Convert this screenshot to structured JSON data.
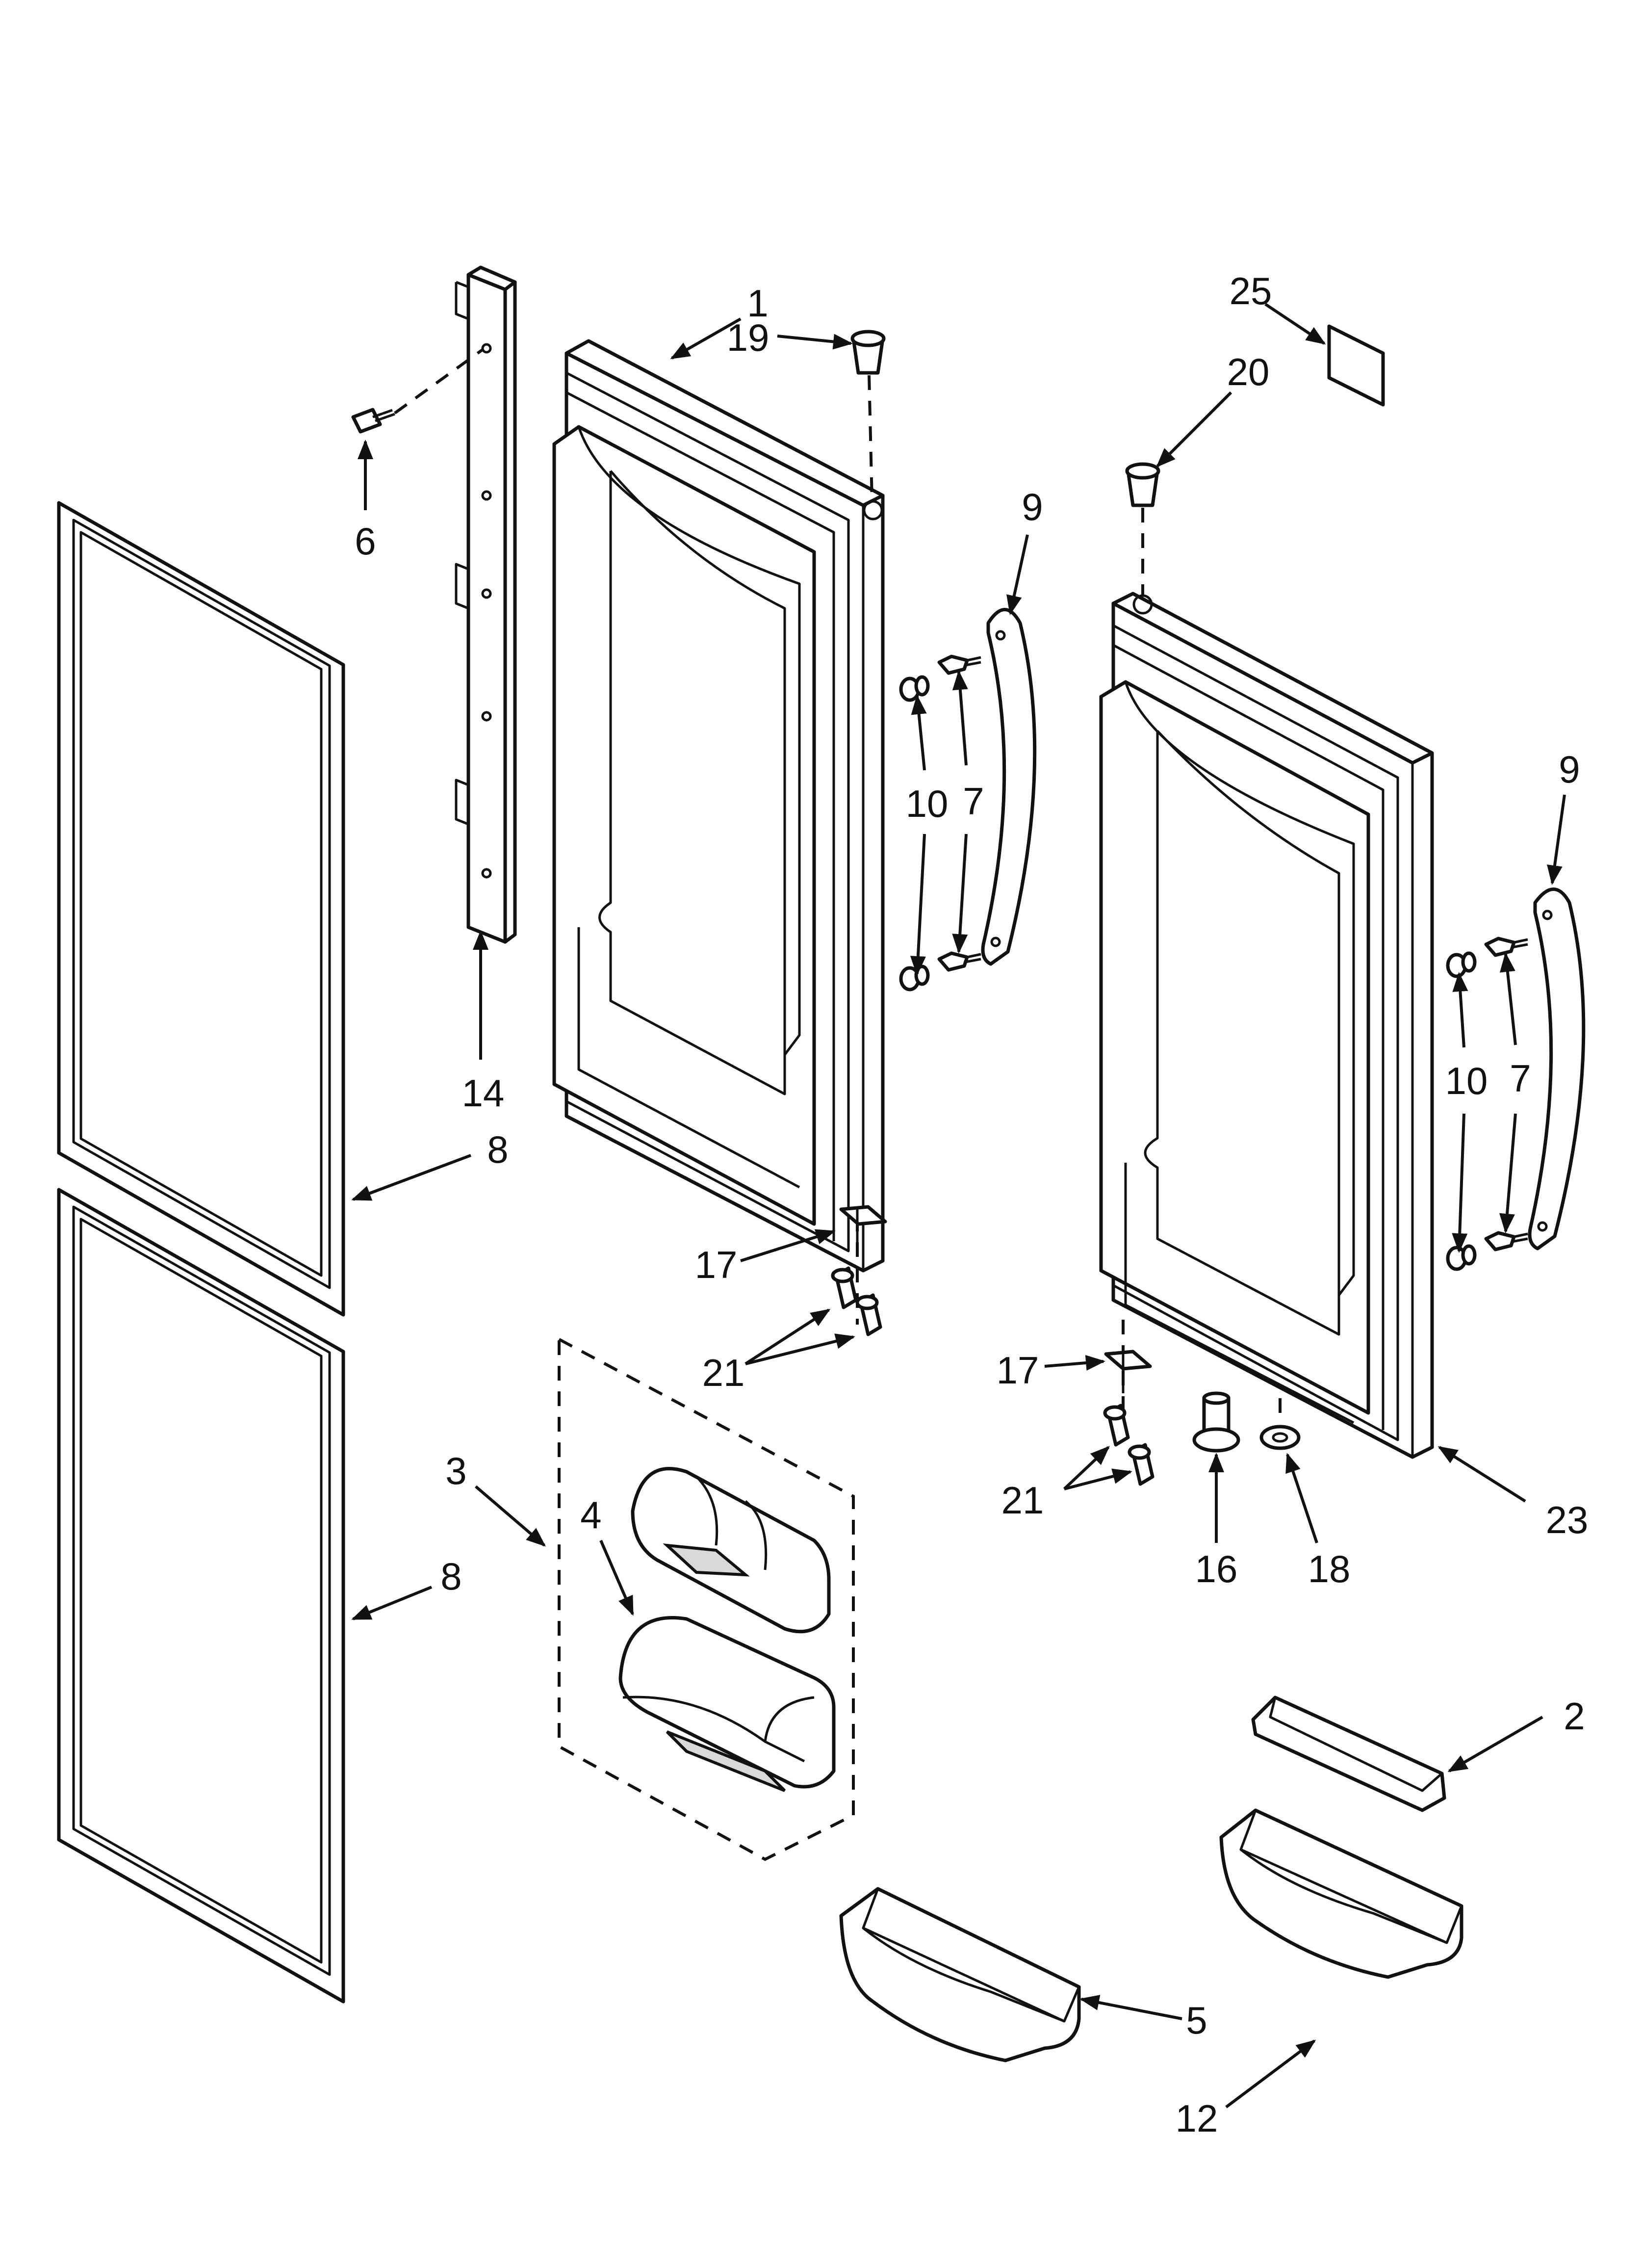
{
  "callouts": {
    "c1": "1",
    "c2": "2",
    "c3": "3",
    "c4": "4",
    "c5": "5",
    "c6": "6",
    "c7a": "7",
    "c7b": "7",
    "c8a": "8",
    "c8b": "8",
    "c9a": "9",
    "c9b": "9",
    "c10a": "10",
    "c10b": "10",
    "c12": "12",
    "c14": "14",
    "c16": "16",
    "c17a": "17",
    "c17b": "17",
    "c18": "18",
    "c19": "19",
    "c20": "20",
    "c21a": "21",
    "c21b": "21",
    "c23": "23",
    "c25": "25"
  }
}
